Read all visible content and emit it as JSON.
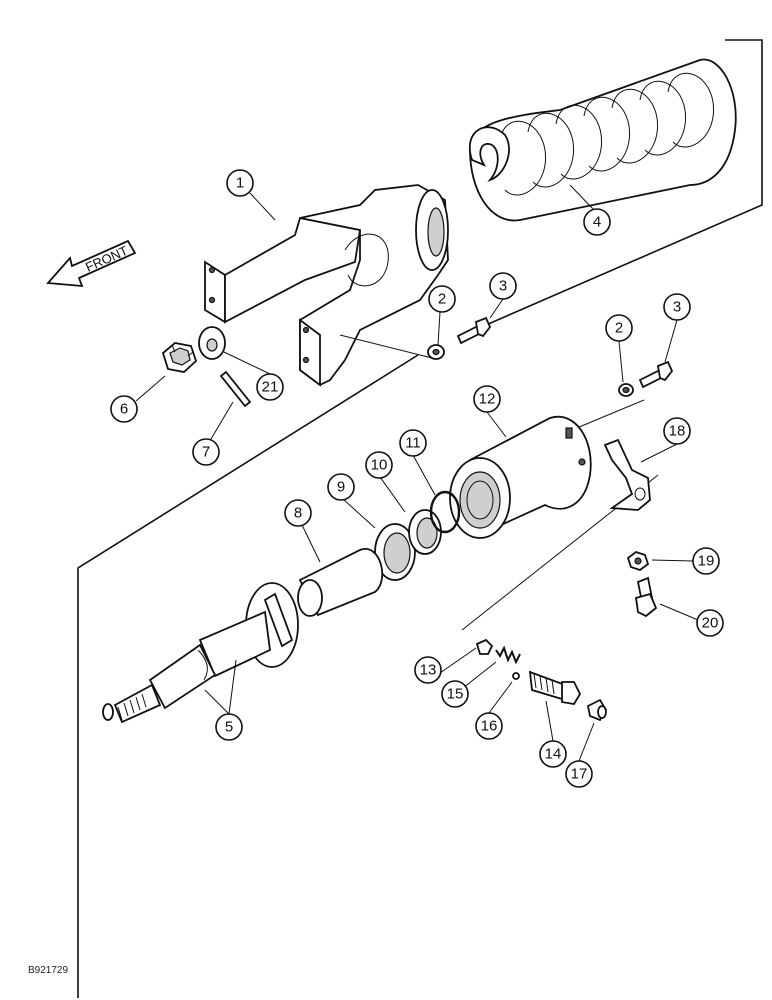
{
  "figure": {
    "figure_id": "B921729",
    "direction_label": "FRONT"
  },
  "callouts": [
    "1",
    "2",
    "3",
    "4",
    "5",
    "6",
    "7",
    "8",
    "9",
    "10",
    "11",
    "12",
    "13",
    "14",
    "15",
    "16",
    "17",
    "18",
    "19",
    "20",
    "21"
  ]
}
